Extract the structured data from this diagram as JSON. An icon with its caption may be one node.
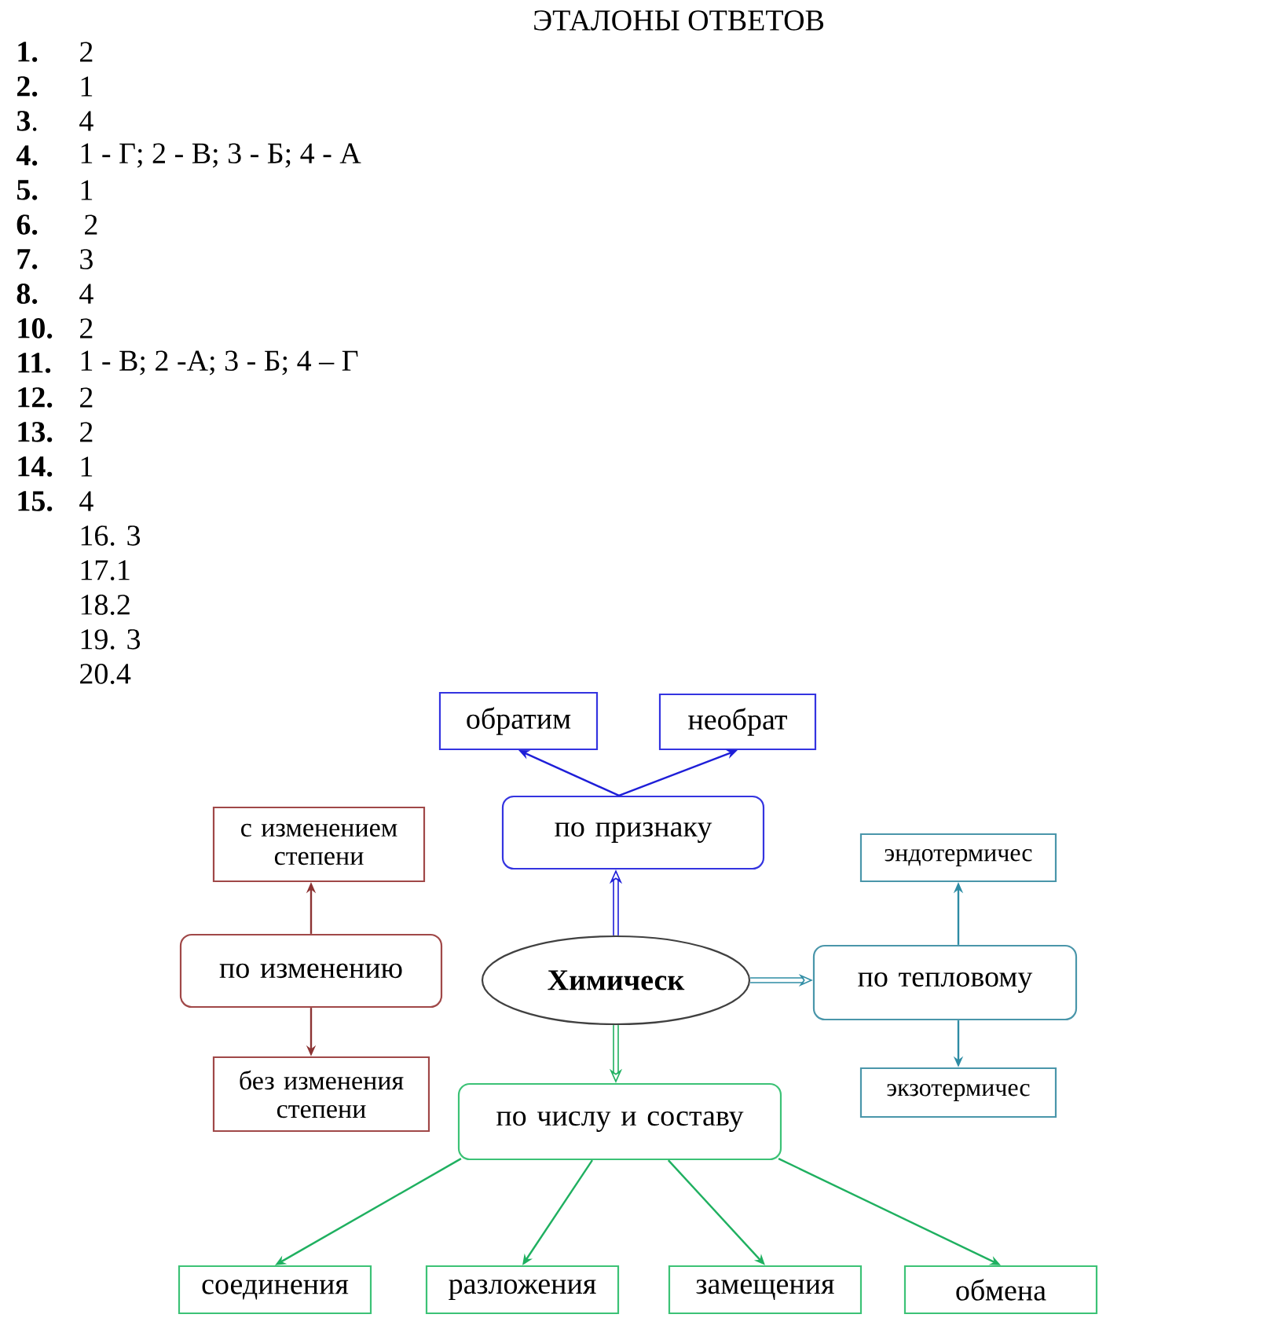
{
  "diagram": {
    "title": "ЭТАЛОНЫ ОТВЕТОВ",
    "nodes": [
      {
        "text": [
          "обратим"
        ]
      },
      {
        "text": [
          "необрат"
        ]
      },
      {
        "text": [
          "по признаку"
        ]
      },
      {
        "text": [
          "с изменением степени"
        ]
      },
      {
        "text": [
          "эндотермичес"
        ]
      },
      {
        "text": [
          "по изменению"
        ]
      },
      {
        "text": [
          "Химическ"
        ]
      },
      {
        "text": [
          "по тепловому"
        ]
      },
      {
        "text": [
          "без изменения степени"
        ]
      },
      {
        "text": [
          "экзотермичес"
        ]
      },
      {
        "text": [
          "по числу и составу"
        ]
      },
      {
        "text": [
          "соединения"
        ]
      },
      {
        "text": [
          "разложения"
        ]
      },
      {
        "text": [
          "замещения"
        ]
      },
      {
        "text": [
          "обмена"
        ]
      }
    ],
    "edges": [
      {
        "from": 2,
        "to": 0,
        "arrow": "to",
        "color": "#1e1ed8"
      },
      {
        "from": 2,
        "to": 1,
        "arrow": "to",
        "color": "#1e1ed8"
      },
      {
        "from": 6,
        "to": 2,
        "arrow": "to",
        "style": "thick",
        "color": "#1e1ed8"
      },
      {
        "from": 5,
        "to": 3,
        "arrow": "to",
        "color": "#8c3434"
      },
      {
        "from": 5,
        "to": 8,
        "arrow": "to",
        "color": "#8c3434"
      },
      {
        "from": 6,
        "to": 7,
        "arrow": "to",
        "style": "thick",
        "color": "#2e8ca4"
      },
      {
        "from": 7,
        "to": 4,
        "arrow": "to",
        "color": "#2e8ca4"
      },
      {
        "from": 7,
        "to": 9,
        "arrow": "to",
        "color": "#2e8ca4"
      },
      {
        "from": 6,
        "to": 10,
        "arrow": "to",
        "style": "thick"
      },
      {
        "from": 10,
        "to": 11,
        "arrow": "to"
      },
      {
        "from": 10,
        "to": 12,
        "arrow": "to"
      },
      {
        "from": 10,
        "to": 13,
        "arrow": "to"
      },
      {
        "from": 10,
        "to": 14,
        "arrow": "to"
      }
    ],
    "labels": [
      "1.",
      "2",
      "2.",
      "1",
      "**3**.",
      "4",
      "4.",
      "1 - Г; 2 - В; 3 - Б; 4 - А",
      "5.",
      "1",
      "6.",
      "2",
      "7.",
      "3",
      "8.",
      "4",
      "10.",
      "2",
      "11.",
      "1 - В; 2 -А; 3 - Б; 4 – Г",
      "12.",
      "2",
      "13.",
      "2",
      "14.",
      "1",
      "15.",
      "4",
      "16. 3",
      "17.1",
      "18.2",
      "19. 3",
      "20.4"
    ]
  }
}
